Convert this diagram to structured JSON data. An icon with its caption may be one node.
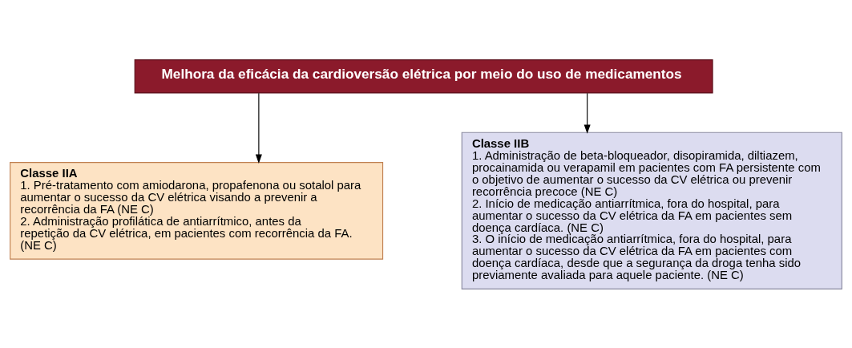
{
  "diagram": {
    "nodes": [
      {
        "text": [
          "Melhora da eficácia da cardioversão elétrica por meio do uso de medicamentos"
        ]
      },
      {
        "text": [
          "Classe IIA",
          "1. Pré-tratamento com amiodarona, propafenona ou sotalol para aumentar o sucesso da CV elétrica visando a prevenir a recorrência da FA (NE C)",
          "2. Administração profilática de antiarrítmico, antes da repetição da CV elétrica, em pacientes com recorrência da FA. (NE C)"
        ]
      },
      {
        "text": [
          "Classe IIB",
          "1. Administração de beta-bloqueador, disopiramida, diltiazem, procainamida ou verapamil em pacientes com FA persistente com o objetivo de aumentar o sucesso da CV elétrica ou prevenir recorrência precoce (NE C)",
          "2. Início de medicação antiarrítmica, fora do hospital, para aumentar o sucesso da CV elétrica da FA em pacientes sem doença cardíaca. (NE C)",
          "3. O início de medicação antiarrítmica, fora do hospital, para aumentar o sucesso da CV elétrica da FA em pacientes com doença cardíaca, desde que a segurança da droga tenha sido previamente avaliada para aquele paciente. (NE C)"
        ]
      }
    ],
    "edges": [
      {
        "from": 0,
        "to": 1,
        "arrow": "to"
      },
      {
        "from": 0,
        "to": 2,
        "arrow": "to"
      }
    ]
  }
}
